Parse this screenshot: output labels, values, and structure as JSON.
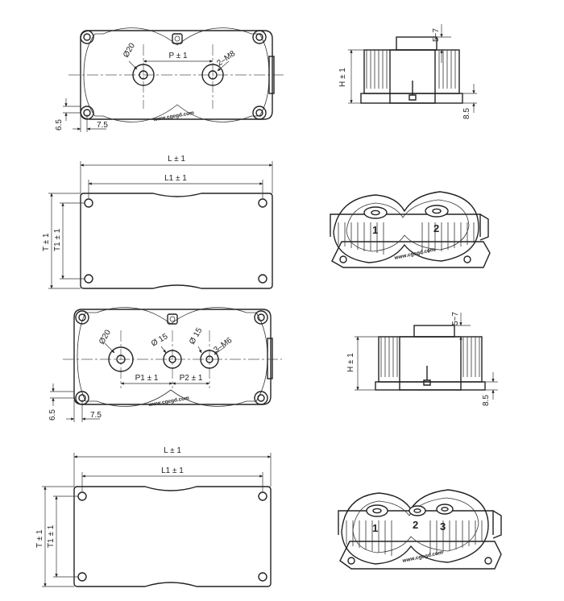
{
  "view1": {
    "dia": "Ø20",
    "pitch": "P ± 1",
    "thread": "2–M8",
    "edge_v": "6.5",
    "edge_h": "7.5",
    "url": "www.cgegd.com"
  },
  "side1": {
    "height": "H ± 1",
    "top": "5~7",
    "base": "8.5"
  },
  "bottom1": {
    "length": "L ± 1",
    "inner_length": "L1 ± 1",
    "width": "T ± 1",
    "inner_width": "T1 ± 1"
  },
  "iso1": {
    "terminal_1": "1",
    "terminal_2": "2",
    "url": "www.cgegd.com"
  },
  "view2": {
    "dia_big": "Ø20",
    "dia_mid": "Ø 15",
    "dia_right": "Ø 15",
    "thread": "3–M6",
    "pitch1": "P1 ± 1",
    "pitch2": "P2 ± 1",
    "edge_v": "6.5",
    "edge_h": "7.5",
    "url": "www.cgegd.com"
  },
  "side2": {
    "height": "H ± 1",
    "top": "5~7",
    "base": "8.5"
  },
  "bottom2": {
    "length": "L ± 1",
    "inner_length": "L1 ± 1",
    "width": "T ± 1",
    "inner_width": "T1 ± 1"
  },
  "iso2": {
    "terminal_1": "1",
    "terminal_2": "2",
    "terminal_3": "3",
    "url": "www.cgegd.com"
  }
}
